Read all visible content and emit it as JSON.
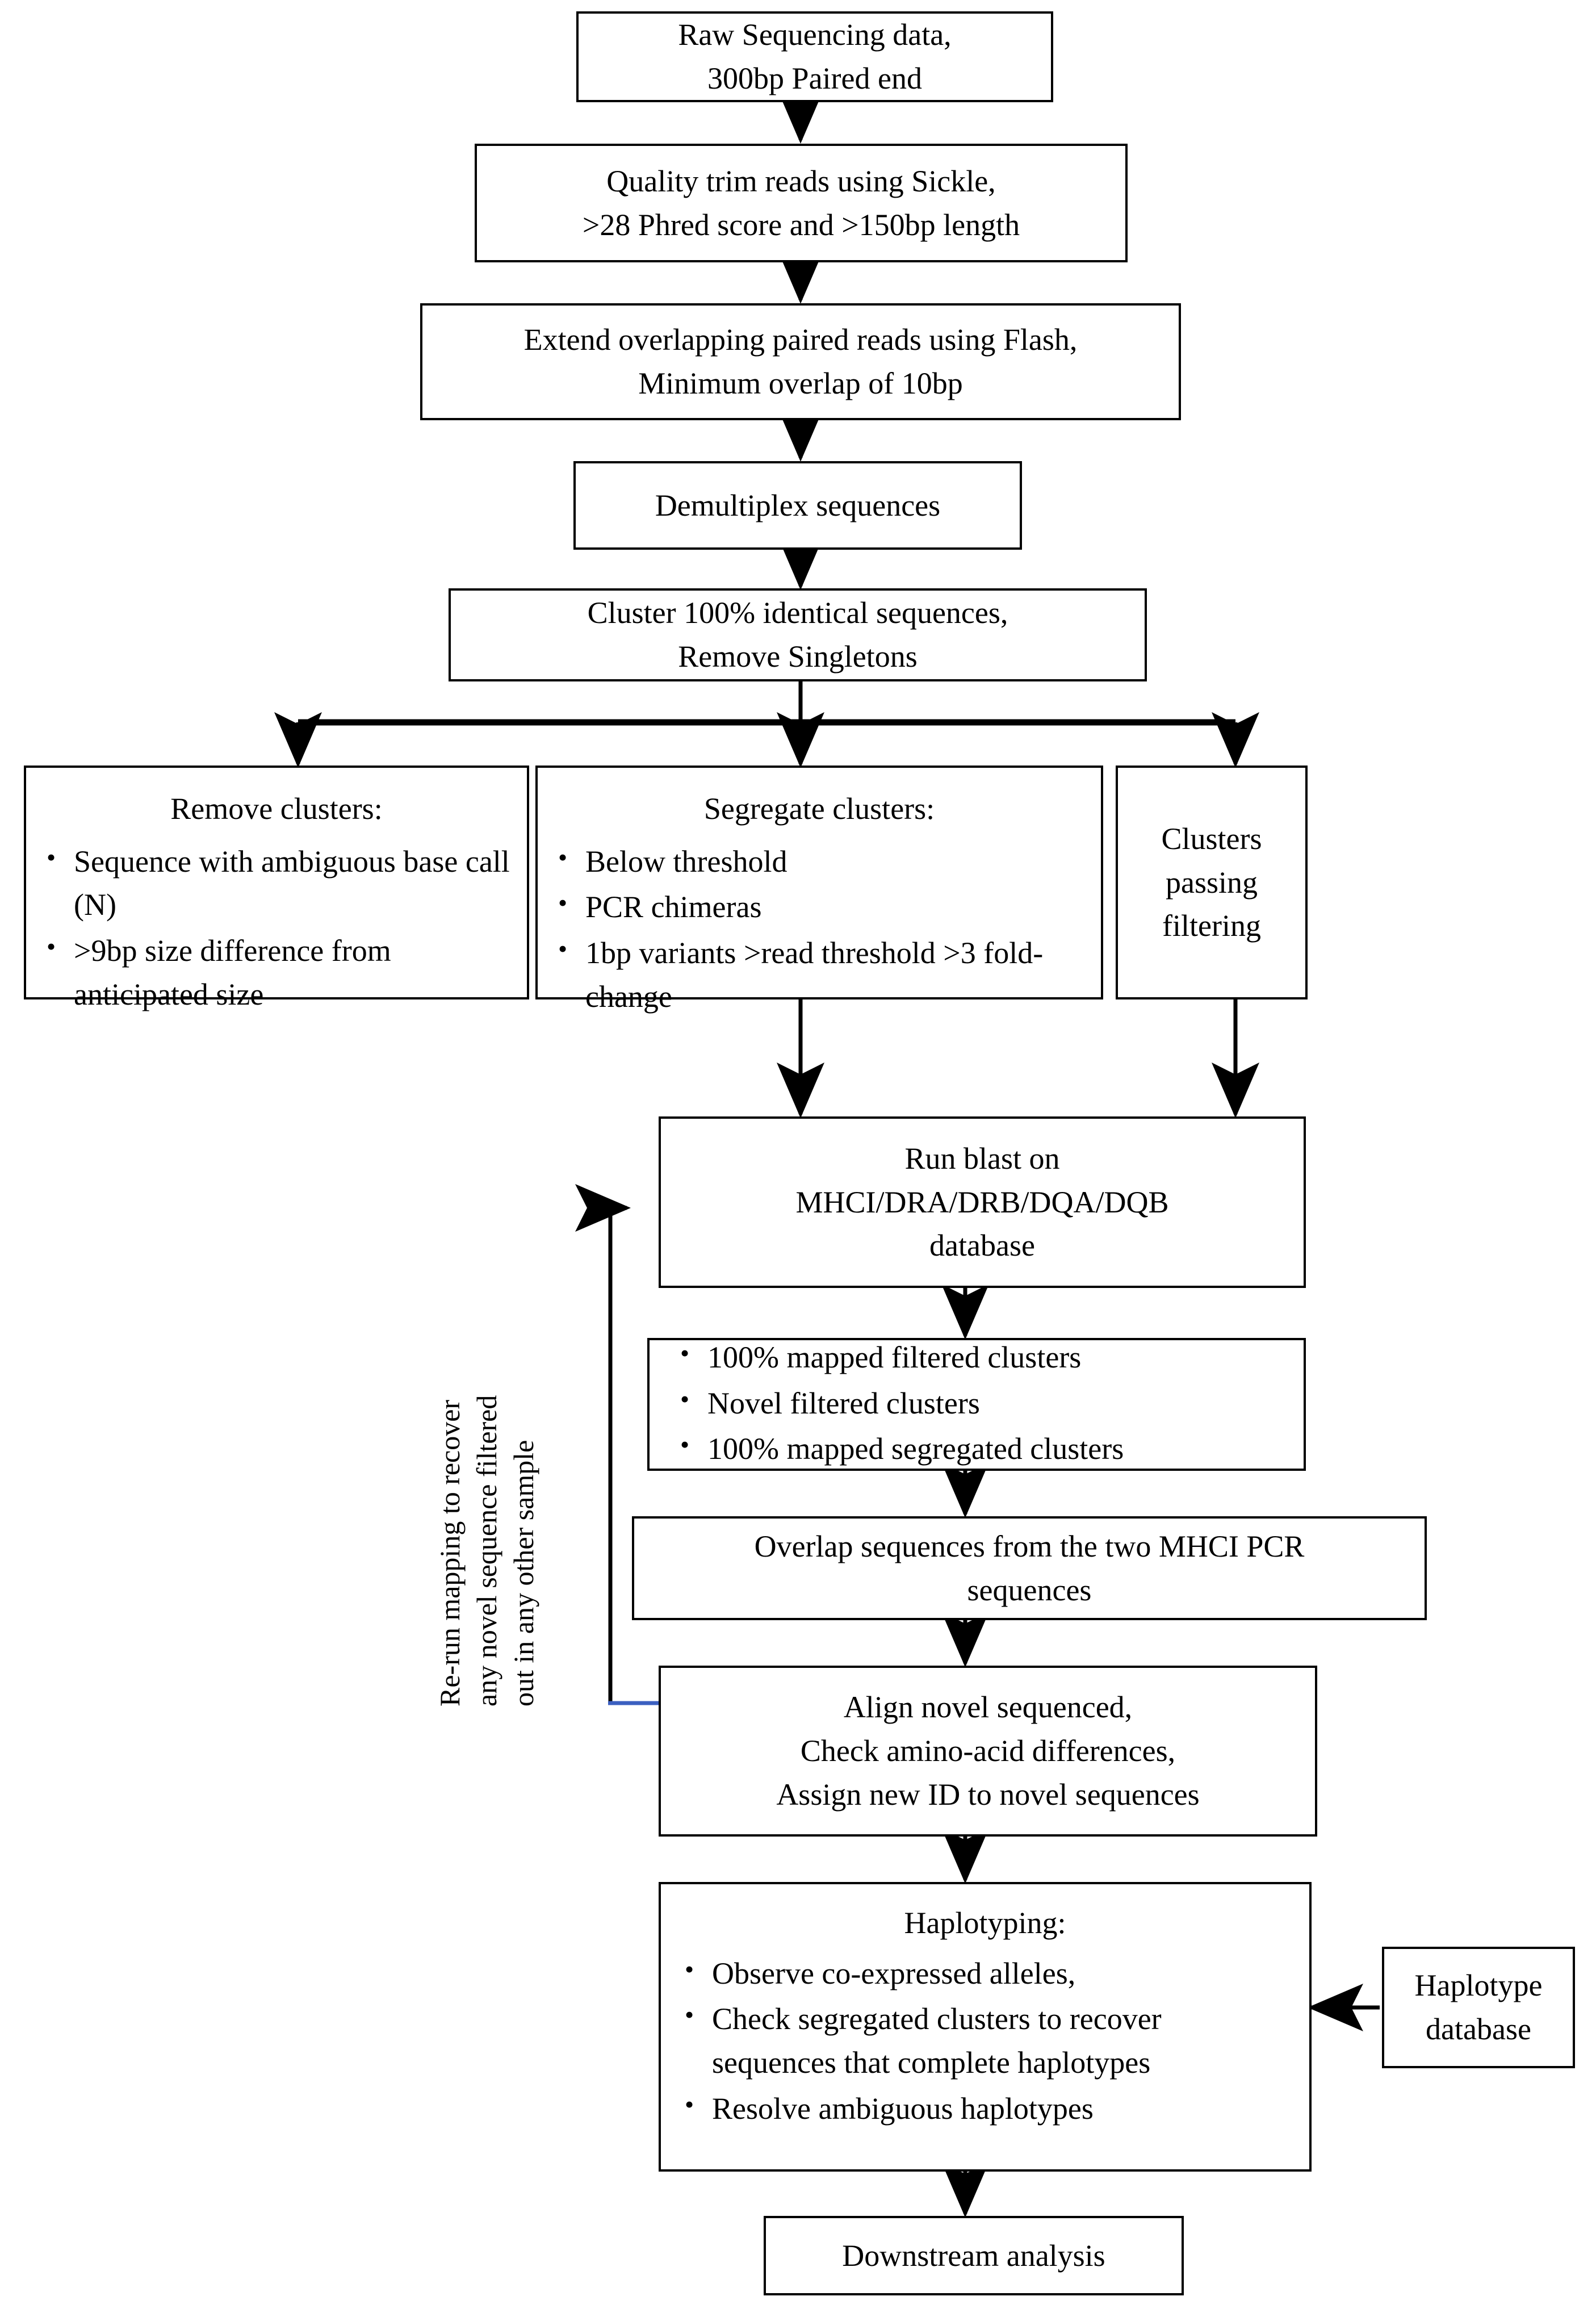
{
  "diagram": {
    "title": "MHC sequencing data analysis pipeline flowchart",
    "colors": {
      "stroke": "#000000",
      "accent_blue": "#3B5FC0",
      "background": "#FFFFFF"
    },
    "nodes": {
      "raw_data": {
        "lines": [
          "Raw Sequencing data,",
          "300bp Paired end"
        ]
      },
      "quality_trim": {
        "lines": [
          "Quality trim reads using Sickle,",
          ">28 Phred score and >150bp length"
        ]
      },
      "extend_reads": {
        "lines": [
          "Extend overlapping  paired reads using Flash,",
          "Minimum  overlap of 10bp"
        ]
      },
      "demultiplex": {
        "lines": [
          "Demultiplex  sequences"
        ]
      },
      "cluster": {
        "lines": [
          "Cluster 100% identical sequences,",
          "Remove Singletons"
        ]
      },
      "remove_clusters": {
        "header": "Remove clusters:",
        "bullets": [
          "Sequence with ambiguous  base call (N)",
          ">9bp size difference from anticipated size"
        ]
      },
      "segregate_clusters": {
        "header": "Segregate clusters:",
        "bullets": [
          "Below threshold",
          "PCR chimeras",
          "1bp variants >read threshold >3 fold-change"
        ]
      },
      "passing_clusters": {
        "lines": [
          "Clusters",
          "passing",
          "filtering"
        ]
      },
      "run_blast": {
        "lines": [
          "Run blast on",
          "MHCI/DRA/DRB/DQA/DQB",
          "database"
        ]
      },
      "blast_results": {
        "bullets": [
          "100% mapped filtered clusters",
          "Novel filtered clusters",
          "100% mapped segregated clusters"
        ]
      },
      "overlap_seqs": {
        "lines": [
          "Overlap sequences from the two MHCI PCR",
          "sequences"
        ]
      },
      "align_novel": {
        "lines": [
          "Align novel sequenced,",
          "Check amino-acid differences,",
          "Assign new ID to novel sequences"
        ]
      },
      "haplotyping": {
        "header": "Haplotyping:",
        "bullets": [
          "Observe co-expressed alleles,",
          "Check segregated clusters to recover sequences that complete haplotypes",
          "Resolve ambiguous  haplotypes"
        ]
      },
      "haplotype_database": {
        "lines": [
          "Haplotype",
          "database"
        ]
      },
      "downstream": {
        "lines": [
          "Downstream analysis"
        ]
      }
    },
    "annotations": {
      "feedback_loop": [
        "Re-run mapping to recover",
        "any novel sequence filtered",
        "out in any other sample"
      ]
    }
  }
}
